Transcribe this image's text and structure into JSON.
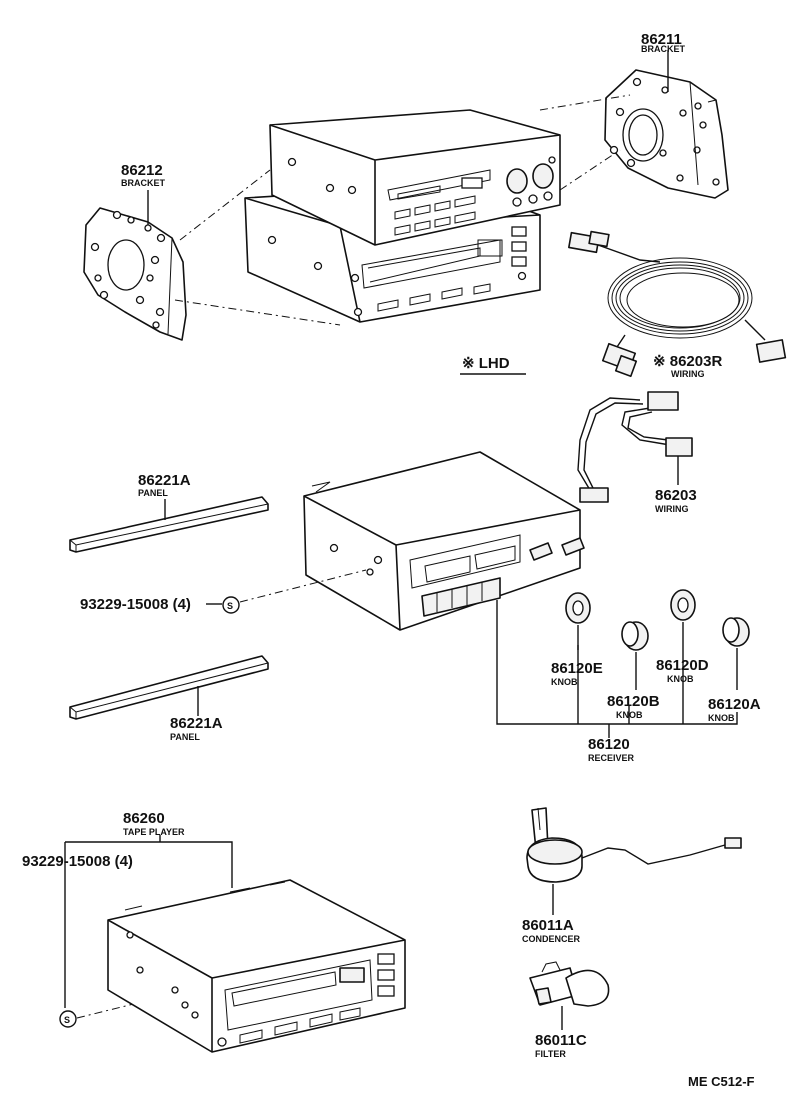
{
  "parts": {
    "bracket_rh": {
      "number": "86211",
      "name": "BRACKET"
    },
    "bracket_lh": {
      "number": "86212",
      "name": "BRACKET"
    },
    "wiring_r": {
      "number": "※ 86203R",
      "name": "WIRING"
    },
    "lhd_note": "※ LHD",
    "wiring": {
      "number": "86203",
      "name": "WIRING"
    },
    "panel_upper": {
      "number": "86221A",
      "name": "PANEL"
    },
    "panel_lower": {
      "number": "86221A",
      "name": "PANEL"
    },
    "screw_receiver": {
      "number": "93229-15008 (4)",
      "symbol": "S"
    },
    "knob_e": {
      "number": "86120E",
      "name": "KNOB"
    },
    "knob_d": {
      "number": "86120D",
      "name": "KNOB"
    },
    "knob_b": {
      "number": "86120B",
      "name": "KNOB"
    },
    "knob_a": {
      "number": "86120A",
      "name": "KNOB"
    },
    "receiver": {
      "number": "86120",
      "name": "RECEIVER"
    },
    "tape_player": {
      "number": "86260",
      "name": "TAPE PLAYER"
    },
    "screw_tape": {
      "number": "93229-15008 (4)",
      "symbol": "S"
    },
    "condenser": {
      "number": "86011A",
      "name": "CONDENCER"
    },
    "filter": {
      "number": "86011C",
      "name": "FILTER"
    }
  },
  "diagram_code": "ME C512-F"
}
